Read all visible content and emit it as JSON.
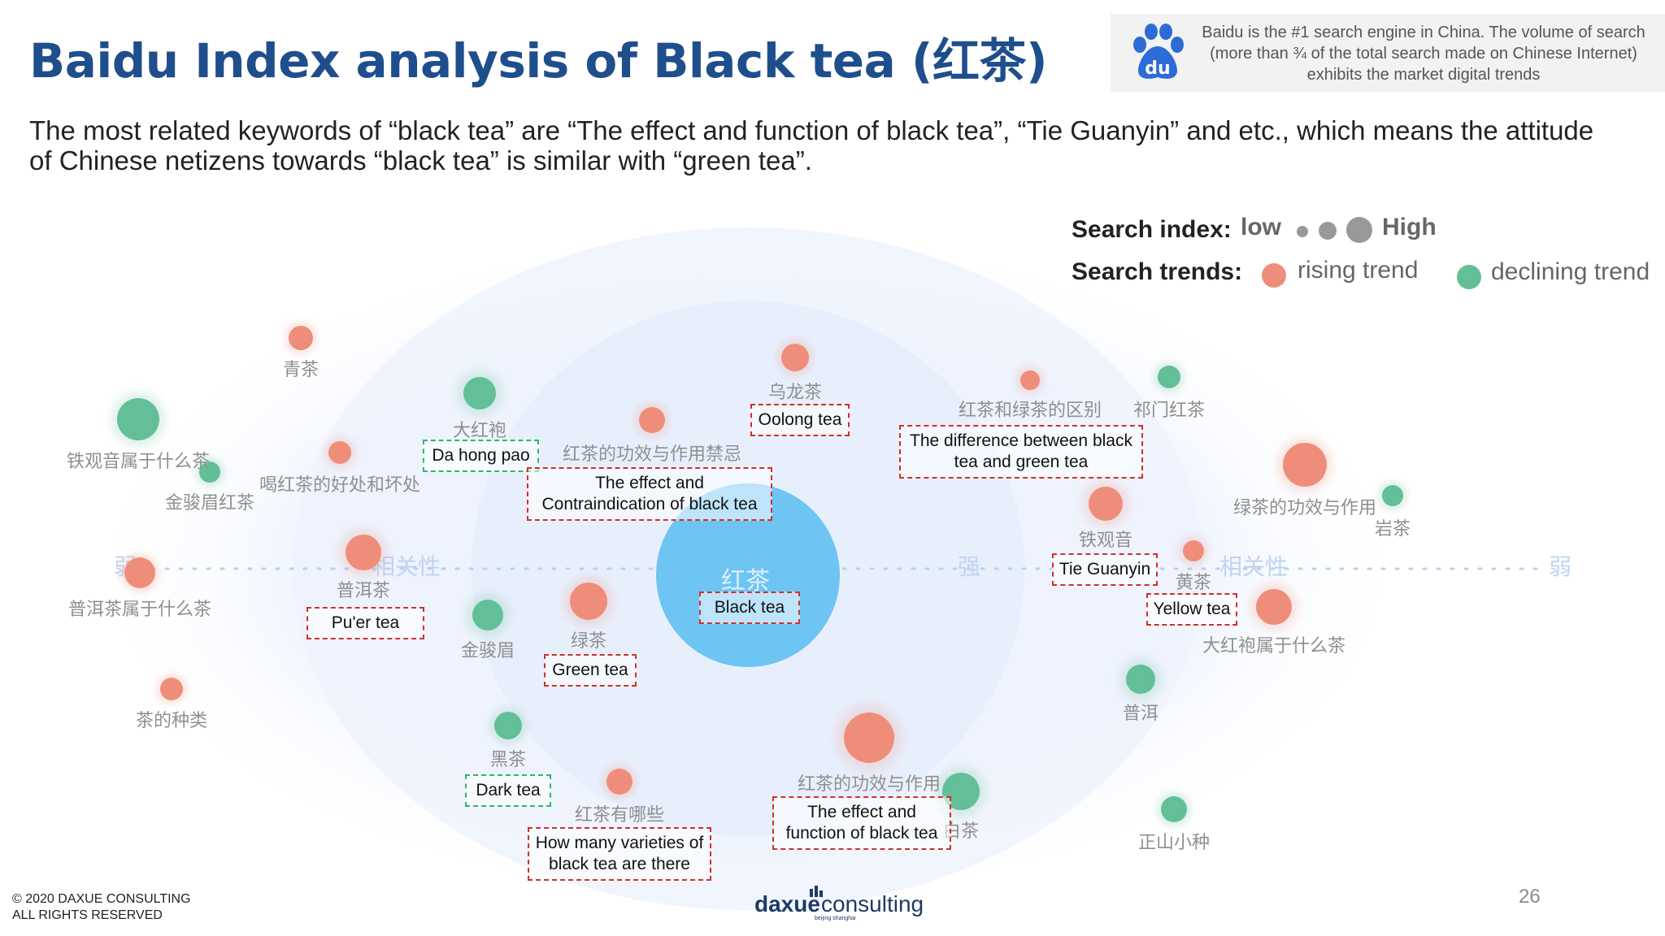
{
  "header": {
    "title": "Baidu Index analysis of Black tea (红茶)",
    "info": "Baidu is the #1 search engine in China. The volume of search (more than ¾ of the total search made on Chinese Internet) exhibits the market digital trends",
    "logo_text": "du"
  },
  "subtitle": "The most related keywords of “black tea” are “The effect and function of black tea”, “Tie Guanyin” and etc., which means the attitude of Chinese netizens towards “black tea” is similar with “green tea”.",
  "legend": {
    "index_label": "Search index:",
    "low": "low",
    "high": "High",
    "trends_label": "Search trends:",
    "rising": "rising trend",
    "declining": "declining trend",
    "rising_color": "#ee8e7a",
    "declining_color": "#62bf97"
  },
  "axis": {
    "weak_left": "弱",
    "relevance_left": "相关性",
    "strong": "强",
    "relevance_right": "相关性",
    "weak_right": "弱"
  },
  "center": {
    "zh": "红茶",
    "en": "Black tea"
  },
  "keywords": {
    "qingcha": "青茶",
    "tieguanyin_what": "铁观音属于什么茶",
    "jinjunmei_red": "金骏眉红茶",
    "benefits_drink": "喝红茶的好处和坏处",
    "dahongpao": "大红袍",
    "dahongpao_en": "Da hong pao",
    "effect_contra": "红茶的功效与作用禁忌",
    "effect_contra_en": "The effect and Contraindication of black tea",
    "oolong": "乌龙茶",
    "oolong_en": "Oolong tea",
    "difference": "红茶和绿茶的区别",
    "difference_en": "The difference between black tea and green tea",
    "qimen": "祁门红茶",
    "green_effect": "绿茶的功效与作用",
    "yancha": "岩茶",
    "puer_what": "普洱茶属于什么茶",
    "puercha": "普洱茶",
    "puercha_en": "Pu'er tea",
    "jinjunmei": "金骏眉",
    "lvcha": "绿茶",
    "lvcha_en": "Green tea",
    "tieguanyin": "铁观音",
    "tieguanyin_en": "Tie Guanyin",
    "huangcha": "黄茶",
    "huangcha_en": "Yellow tea",
    "dahongpao_what": "大红袍属于什么茶",
    "tea_kinds": "茶的种类",
    "heicha": "黑茶",
    "heicha_en": "Dark tea",
    "varieties": "红茶有哪些",
    "varieties_en": "How many varieties of black tea are there",
    "effect_function": "红茶的功效与作用",
    "effect_function_en": "The effect and function of black tea",
    "baicha": "白茶",
    "puer": "普洱",
    "zhengshan": "正山小种"
  },
  "footer": {
    "copyright": "© 2020 DAXUE CONSULTING",
    "rights": "ALL RIGHTS RESERVED",
    "page": "26",
    "brand_a": "daxue",
    "brand_b": "consulting",
    "brand_tag": "beijing shanghai"
  }
}
